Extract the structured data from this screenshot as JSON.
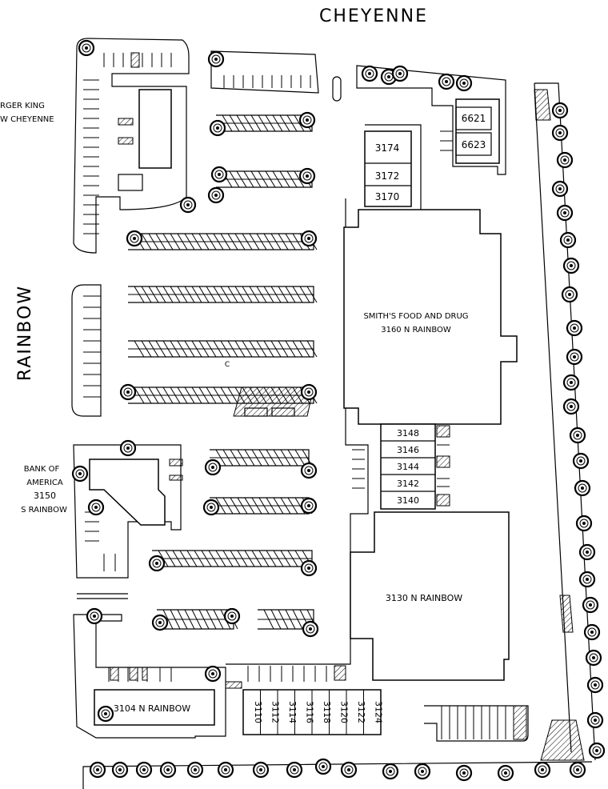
{
  "streets": {
    "north": "CHEYENNE",
    "west": "RAINBOW"
  },
  "offsite_label": {
    "line1": "RGER KING",
    "line2": "W CHEYENNE"
  },
  "bank": {
    "line1": "BANK OF",
    "line2": "AMERICA",
    "line3": "3150",
    "line4": "S RAINBOW"
  },
  "anchor_store": {
    "name": "SMITH'S FOOD AND DRUG",
    "address": "3160 N RAINBOW"
  },
  "main_building": "3130 N RAINBOW",
  "pad_building": "3104 N RAINBOW",
  "northeast_units": [
    "6621",
    "6623"
  ],
  "north_units": [
    "3174",
    "3172",
    "3170"
  ],
  "middle_units": [
    "3148",
    "3146",
    "3144",
    "3142",
    "3140"
  ],
  "south_units": [
    "3110",
    "3112",
    "3114",
    "3116",
    "3118",
    "3120",
    "3122",
    "3124"
  ],
  "compact_marker": "C"
}
